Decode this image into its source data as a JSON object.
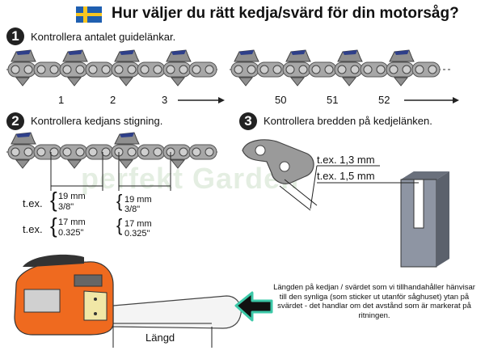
{
  "title": "Hur väljer du rätt kedja/svärd för din motorsåg?",
  "step1": {
    "number": "1",
    "text": "Kontrollera antalet guidelänkar.",
    "link_labels": [
      "1",
      "2",
      "3",
      "50",
      "51",
      "52"
    ]
  },
  "step2": {
    "number": "2",
    "text": "Kontrollera kedjans stigning.",
    "examples": [
      {
        "prefix": "t.ex.",
        "mm": "19 mm",
        "inch": "3/8\""
      },
      {
        "prefix": "t.ex.",
        "mm": "17 mm",
        "inch": "0.325\""
      }
    ],
    "examples_right": [
      {
        "mm": "19 mm",
        "inch": "3/8\""
      },
      {
        "mm": "17 mm",
        "inch": "0.325\""
      }
    ]
  },
  "step3": {
    "number": "3",
    "text": "Kontrollera bredden på kedjelänken.",
    "widths": [
      "t.ex. 1,3 mm",
      "t.ex. 1,5 mm"
    ]
  },
  "length_label": "Längd",
  "note": "Längden på kedjan / svärdet som vi tillhandahåller hänvisar till den synliga (som sticker ut utanför såghuset) ytan på svärdet - det handlar om det avstånd som är markerat på ritningen.",
  "watermark": "perfekt Garden",
  "colors": {
    "chain": "#a7a7a7",
    "cutter": "#2e3f8a",
    "saw_orange": "#ef6a1f",
    "arrow_glow": "#3cc8a8",
    "flag_blue": "#1f5fb0",
    "flag_yellow": "#f7c520"
  }
}
